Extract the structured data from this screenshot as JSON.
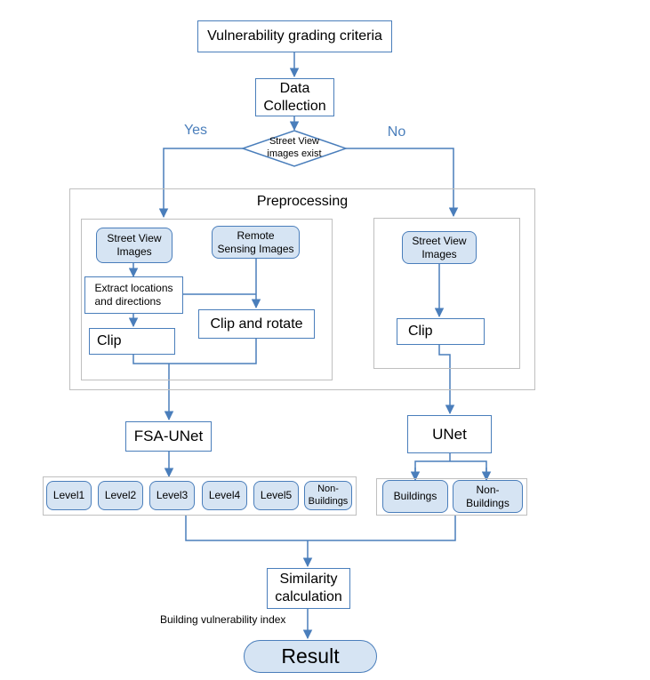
{
  "nodes": {
    "criteria": "Vulnerability grading criteria",
    "data_collection": "Data\nCollection",
    "decision": "Street View\nimages exist",
    "preprocessing": "Preprocessing",
    "sv_left": "Street View\nImages",
    "remote": "Remote\nSensing Images",
    "extract": "Extract locations\nand directions",
    "clip_rotate": "Clip and rotate",
    "clip_left": "Clip",
    "sv_right": "Street View\nImages",
    "clip_right": "Clip",
    "fsa_unet": "FSA-UNet",
    "unet": "UNet",
    "levels": [
      "Level1",
      "Level2",
      "Level3",
      "Level4",
      "Level5",
      "Non-\nBuildings"
    ],
    "buildings": "Buildings",
    "non_buildings": "Non-\nBuildings",
    "similarity": "Similarity\ncalculation",
    "result": "Result"
  },
  "edge_labels": {
    "yes": "Yes",
    "no": "No",
    "index": "Building vulnerability index"
  },
  "colors": {
    "line": "#4a7ebb",
    "box_fill": "#d6e4f3",
    "group_border": "#bfbfbf",
    "yes_no_text": "#4a7ebb"
  }
}
